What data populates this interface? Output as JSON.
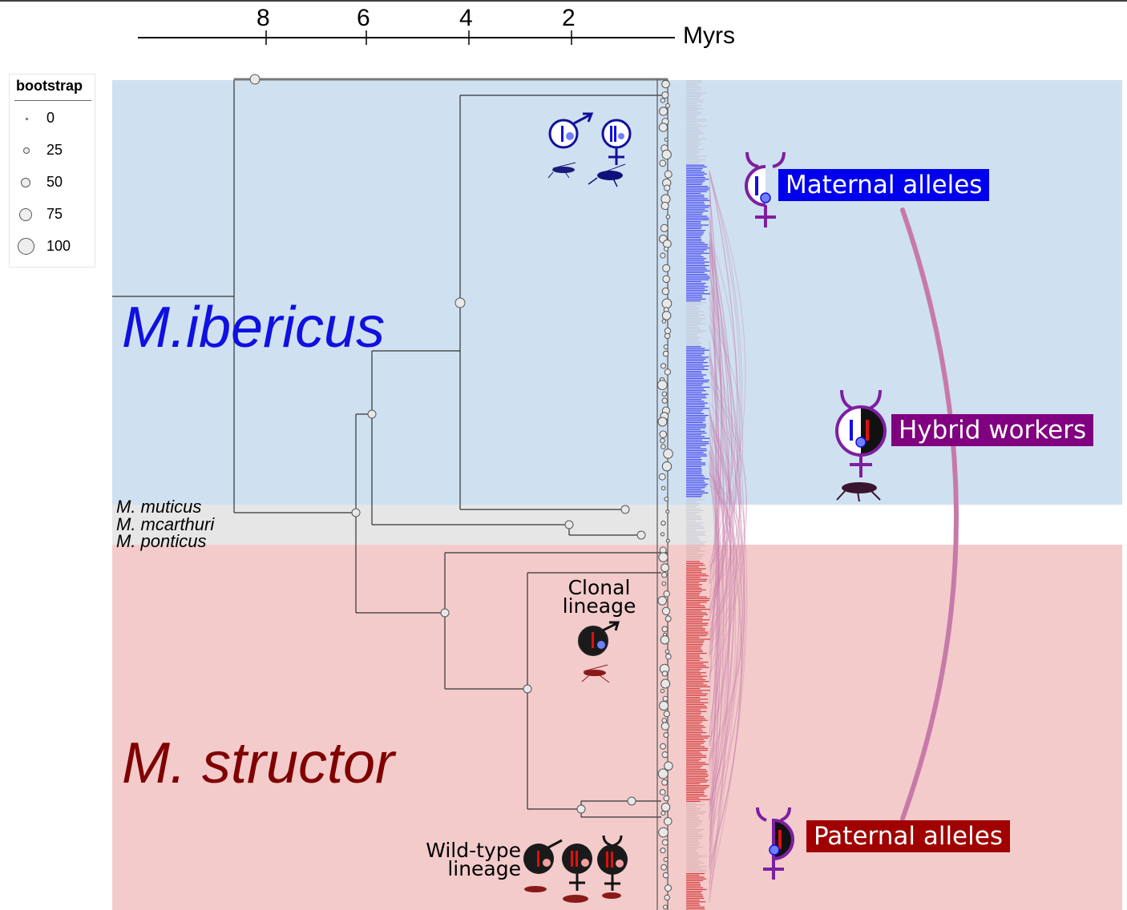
{
  "axis": {
    "unit": "Myrs",
    "ticks": [
      "8",
      "6",
      "4",
      "2"
    ]
  },
  "legend": {
    "title": "bootstrap",
    "items": [
      "0",
      "25",
      "50",
      "75",
      "100"
    ]
  },
  "clades": {
    "ibericus": {
      "label": "M.ibericus",
      "color": "#1010e0"
    },
    "structor": {
      "label": "M. structor",
      "color": "#800000"
    }
  },
  "outgroups": [
    "M. muticus",
    "M. mcarthuri",
    "M. ponticus"
  ],
  "lineages": {
    "clonal": [
      "Clonal",
      "lineage"
    ],
    "wildtype": [
      "Wild-type",
      "lineage"
    ]
  },
  "tags": {
    "maternal": {
      "label": "Maternal alleles",
      "color": "#0000ee"
    },
    "hybrid": {
      "label": "Hybrid workers",
      "color": "#800080"
    },
    "paternal": {
      "label": "Paternal alleles",
      "color": "#a00000"
    }
  },
  "colors": {
    "ibericus_band": "#cfe0f1",
    "structor_band": "#f3cbcb",
    "outgroup_band": "#e6e6e6",
    "arc": "#c77aa8",
    "symbol_purple": "#7d1fa0"
  }
}
